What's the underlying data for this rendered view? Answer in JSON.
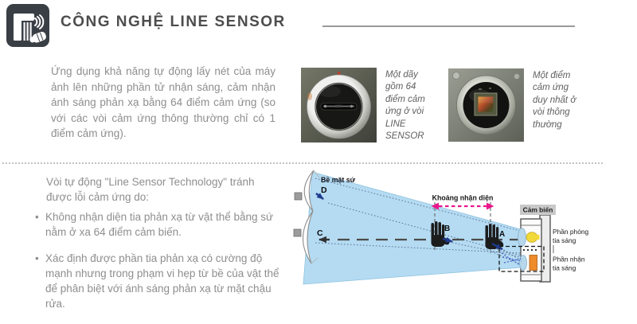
{
  "header": {
    "title": "CÔNG NGHỆ LINE SENSOR",
    "icon": "faucet-hand-sensor-icon"
  },
  "intro": {
    "text": "Ứng dụng khả năng tự động lấy nét của máy ảnh lên những phần tử nhận sáng, cảm nhận ánh sáng phản xạ bằng 64 điểm cảm ứng (so với các vòi cảm ứng thông thường chỉ có 1 điểm cảm ứng)."
  },
  "photos": [
    {
      "name": "line-sensor-ring-photo",
      "caption": "Một dãy gồm 64 điểm cảm ứng ở vòi LINE SENSOR"
    },
    {
      "name": "single-point-sensor-photo",
      "caption": "Một điểm cảm ứng duy nhất ở vòi thông thường"
    }
  ],
  "lower": {
    "heading": "Vòi tự động \"Line Sensor Technology\" tránh được lỗi cảm ứng do:",
    "bullets": [
      "Không nhận diện tia phản xạ từ vật thể bằng sứ nằm ở xa 64 điểm cảm biến.",
      "Xác định được phần tia phản xạ có cường độ mạnh nhưng trong phạm vi hẹp từ bề của vật thể để phân biệt với ánh sáng phản xạ từ mặt chậu rửa."
    ]
  },
  "diagram": {
    "surface_label": "Bề mặt sứ",
    "point_d": "D",
    "point_c": "C",
    "point_b": "B",
    "point_a": "A",
    "detection_range_label": "Khoảng nhận diện",
    "sensor_label": "Cảm biến",
    "emitter_label_line1": "Phần phóng",
    "emitter_label_line2": "tia sáng",
    "receiver_label_line1": "Phần nhận",
    "receiver_label_line2": "tia sáng",
    "colors": {
      "cone": "#b4dbf2",
      "range_accent": "#e9168c",
      "ray_arrow": "#1e3a8c",
      "emitter_bulb": "#f2d93a",
      "receiver_chip": "#ee8c2a"
    }
  }
}
